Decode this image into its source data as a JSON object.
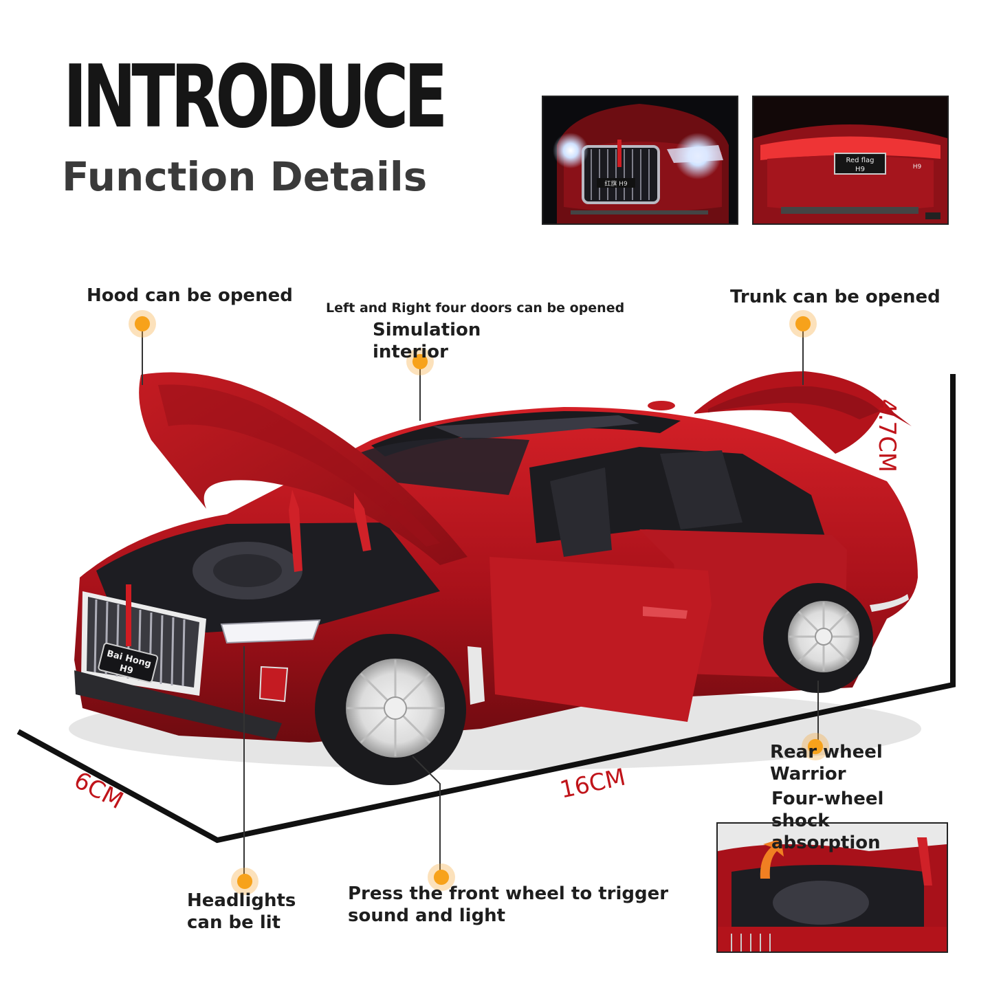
{
  "title": "INTRODUCE",
  "subtitle": "Function Details",
  "thumbnails": {
    "front": {
      "grille_plate": "红旗 H9"
    },
    "rear": {
      "badge_line1": "Red flag",
      "badge_line2": "H9",
      "badge_side": "H9"
    }
  },
  "callouts": {
    "hood": "Hood can be opened",
    "doors": "Left and Right four doors can be opened",
    "interior_line1": "Simulation",
    "interior_line2": "interior",
    "trunk": "Trunk can be opened",
    "rear_wheel_line1": "Rear wheel",
    "rear_wheel_line2": "Warrior",
    "shock_line1": "Four-wheel",
    "shock_line2": "shock",
    "shock_line3": "absorption",
    "headlights_line1": "Headlights",
    "headlights_line2": "can be lit",
    "front_wheel_line1": "Press the front wheel to trigger",
    "front_wheel_line2": "sound and light"
  },
  "dimensions": {
    "height": "4.7CM",
    "length": "16CM",
    "width": "6CM"
  },
  "car": {
    "front_plate_line1": "Bai Hong",
    "front_plate_line2": "H9"
  },
  "colors": {
    "accent_dot": "#f7a21b",
    "dimension_red": "#c0141a",
    "car_red": "#b3131b"
  }
}
